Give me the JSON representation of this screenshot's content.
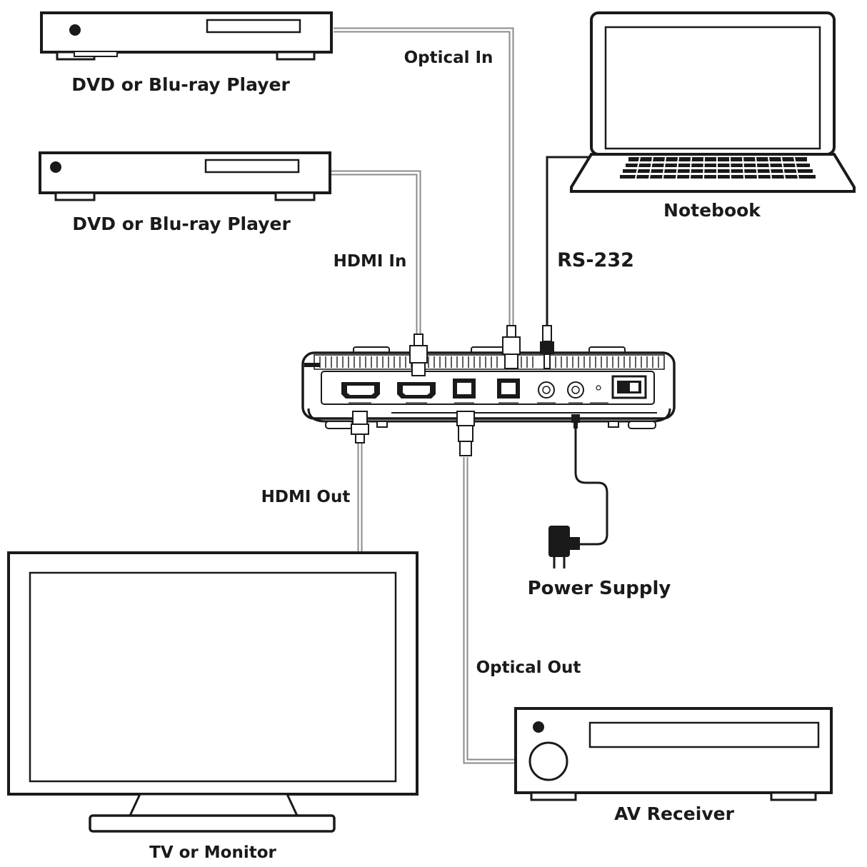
{
  "devices": {
    "player_1": "DVD or Blu-ray Player",
    "player_2": "DVD or Blu-ray Player",
    "notebook": "Notebook",
    "tv": "TV or Monitor",
    "receiver": "AV Receiver",
    "power": "Power Supply"
  },
  "connections": {
    "optical_in": "Optical In",
    "hdmi_in": "HDMI In",
    "rs232": "RS-232",
    "hdmi_out": "HDMI Out",
    "optical_out": "Optical Out"
  },
  "icons": {
    "player": "dvd-player-icon",
    "notebook": "laptop-icon",
    "tv": "monitor-icon",
    "receiver": "av-receiver-icon",
    "power": "power-adapter-icon",
    "hub": "converter-device-icon"
  }
}
